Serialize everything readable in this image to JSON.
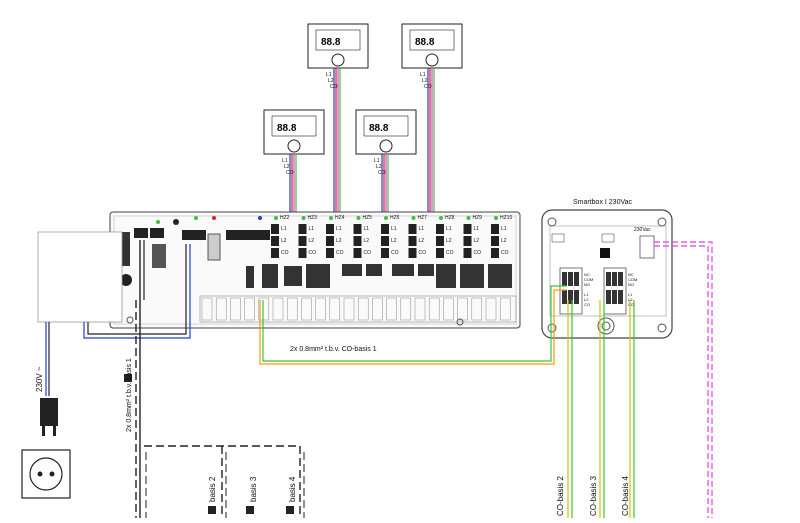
{
  "thermostats": [
    {
      "id": "tl",
      "l1": "L1",
      "l2": "L2",
      "co": "CO"
    },
    {
      "id": "tr",
      "l1": "L1",
      "l2": "L2",
      "co": "CO"
    },
    {
      "id": "bl",
      "l1": "L1",
      "l2": "L2",
      "co": "CO"
    },
    {
      "id": "bm",
      "l1": "L1",
      "l2": "L2",
      "co": "CO"
    }
  ],
  "controller": {
    "zones": [
      "HZ2",
      "HZ3",
      "HZ4",
      "HZ5",
      "HZ6",
      "HZ7",
      "HZ8",
      "HZ9",
      "HZ10"
    ],
    "row_l1": "L1",
    "row_l2": "L2",
    "row_co": "CO"
  },
  "smartbox": {
    "title": "Smartbox I 230Vac",
    "term_230vac": "230Vac",
    "relay_labels": [
      "NC",
      "COM",
      "NO"
    ],
    "io_labels": [
      "L1",
      "L2",
      "CO"
    ]
  },
  "cables": {
    "co_basis_1": "2x 0.8mm² t.b.v. CO-basis 1",
    "co_basis_1_vertical": "2x 0.8mm² t.b.v. basis 1",
    "power": "230V ~"
  },
  "bottom_labels": {
    "left": [
      "basis 2",
      "basis 3",
      "basis 4"
    ],
    "right": [
      "CO-basis 2",
      "CO-basis 3",
      "CO-basis 4"
    ]
  },
  "colors": {
    "blue": "#1f3fd0",
    "red": "#e02020",
    "green": "#40c040",
    "yellow": "#d8c000",
    "orange": "#f0a000",
    "magenta": "#e040e0",
    "black": "#000000"
  }
}
